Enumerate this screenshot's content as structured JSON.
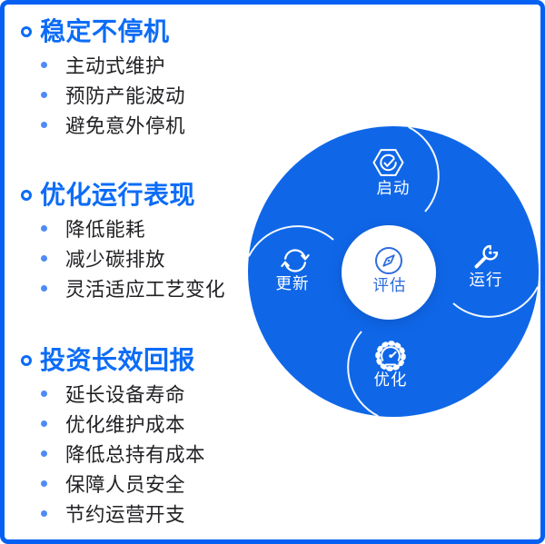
{
  "colors": {
    "border_blue": "#0560f2",
    "heading_blue": "#0c6cf7",
    "item_dot_blue": "#4f8bf5",
    "circle_blue": "#0f67e8",
    "hub_fill": "#ffffff",
    "hub_text_blue": "#2e6ddd",
    "divider_stroke": "#ffffff",
    "body_text": "#202124"
  },
  "sections": [
    {
      "title": "稳定不停机",
      "items": [
        "主动式维护",
        "预防产能波动",
        "避免意外停机"
      ]
    },
    {
      "title": "优化运行表现",
      "items": [
        "降低能耗",
        "减少碳排放",
        "灵活适应工艺变化"
      ]
    },
    {
      "title": "投资长效回报",
      "items": [
        "延长设备寿命",
        "优化维护成本",
        "降低总持有成本",
        "保障人员安全",
        "节约运营开支"
      ]
    }
  ],
  "diagram": {
    "center": {
      "label": "评估",
      "icon": "compass-icon"
    },
    "nodes": [
      {
        "label": "启动",
        "position": "top",
        "icon": "hexagon-check-icon"
      },
      {
        "label": "运行",
        "position": "right",
        "icon": "wrench-icon"
      },
      {
        "label": "优化",
        "position": "bottom",
        "icon": "gauge-icon"
      },
      {
        "label": "更新",
        "position": "left",
        "icon": "refresh-icon"
      }
    ]
  }
}
